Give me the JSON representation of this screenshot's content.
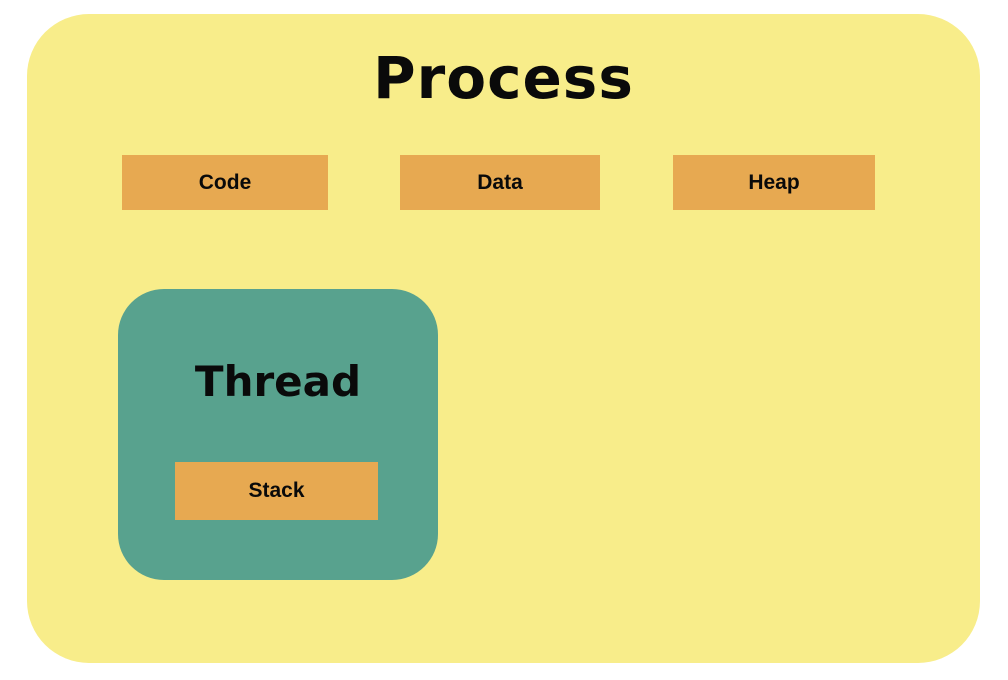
{
  "process": {
    "title": "Process",
    "segments": [
      {
        "label": "Code"
      },
      {
        "label": "Data"
      },
      {
        "label": "Heap"
      }
    ],
    "thread": {
      "title": "Thread",
      "segments": [
        {
          "label": "Stack"
        }
      ]
    }
  },
  "colors": {
    "page_bg": "#FFFFFF",
    "process_bg": "#F8ED8A",
    "segment_bg": "#E7A951",
    "thread_bg": "#58A28E",
    "text": "#0A0A0A"
  }
}
